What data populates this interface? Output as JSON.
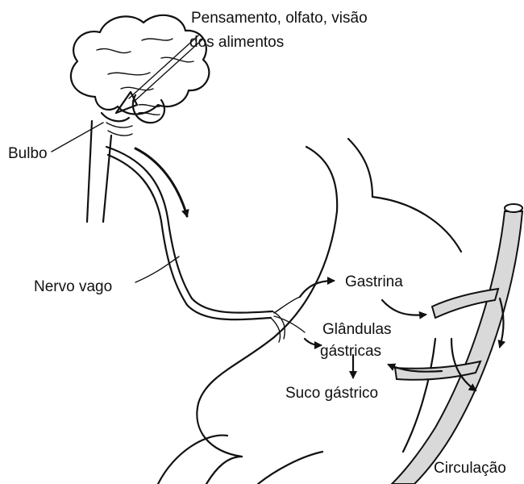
{
  "labels": {
    "stimulus": [
      "Pensamento, olfato, visão",
      "dos alimentos"
    ],
    "bulbo": "Bulbo",
    "nervo_vago": "Nervo vago",
    "gastrina": "Gastrina",
    "glandulas": [
      "Glândulas",
      "gástricas"
    ],
    "suco": "Suco gástrico",
    "circulacao": "Circulação"
  },
  "colors": {
    "ink": "#111111",
    "vessel_fill": "#d9d9d9",
    "background": "#ffffff"
  },
  "icons": [
    "brain-icon",
    "stomach-icon",
    "blood-vessel-icon"
  ]
}
